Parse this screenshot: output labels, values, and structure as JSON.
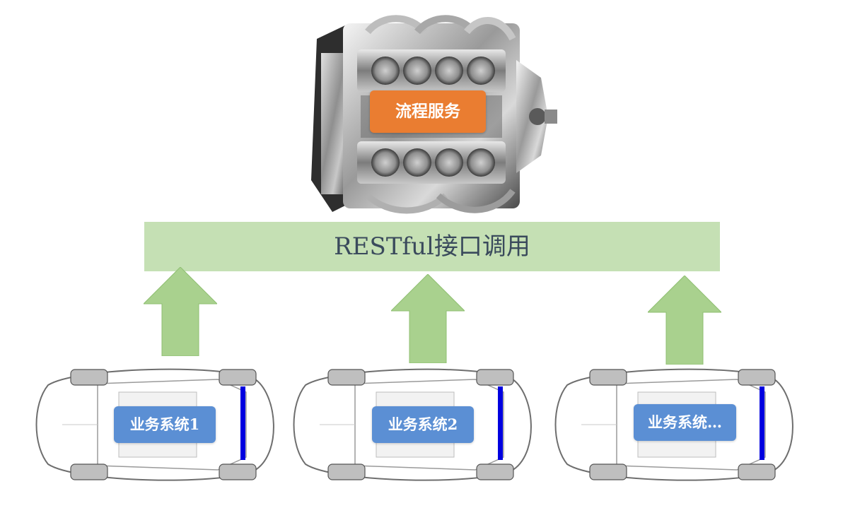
{
  "engine": {
    "label": "流程服务",
    "label_color": "#ea7d31"
  },
  "api": {
    "label": "RESTful接口调用",
    "band_color": "#c5e0b4"
  },
  "arrow_color": "#a9d18e",
  "systems": [
    {
      "label": "业务系统1"
    },
    {
      "label": "业务系统2"
    },
    {
      "label": "业务系统…"
    }
  ],
  "badge_color": "#5b8fd4"
}
